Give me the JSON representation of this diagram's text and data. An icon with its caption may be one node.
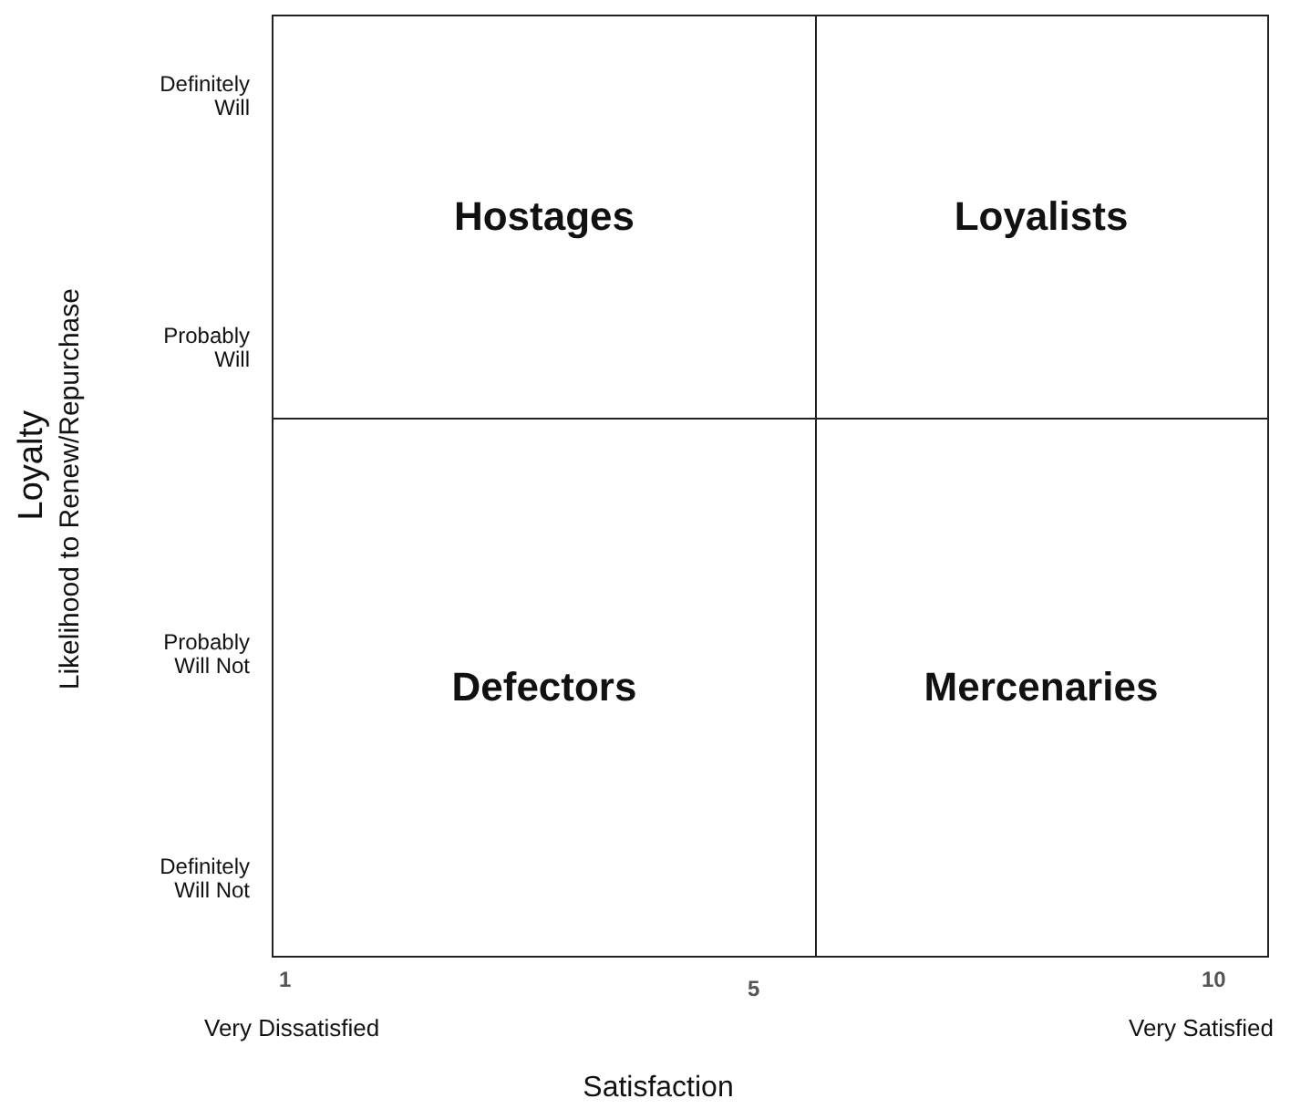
{
  "diagram": {
    "nodes": [
      {
        "text": [
          "Hostages"
        ]
      },
      {
        "text": [
          "Loyalists"
        ]
      },
      {
        "text": [
          "Defectors"
        ]
      },
      {
        "text": [
          "Mercenaries"
        ]
      }
    ],
    "labels": [
      "Definitely Will",
      "Probably Will",
      "Loyalty",
      "Likelihood to Renew/Repurchase",
      "Probably Will Not",
      "Definitely Will Not",
      "1",
      "5",
      "10",
      "Very Dissatisfied",
      "Very Satisfied",
      "Satisfaction"
    ]
  }
}
